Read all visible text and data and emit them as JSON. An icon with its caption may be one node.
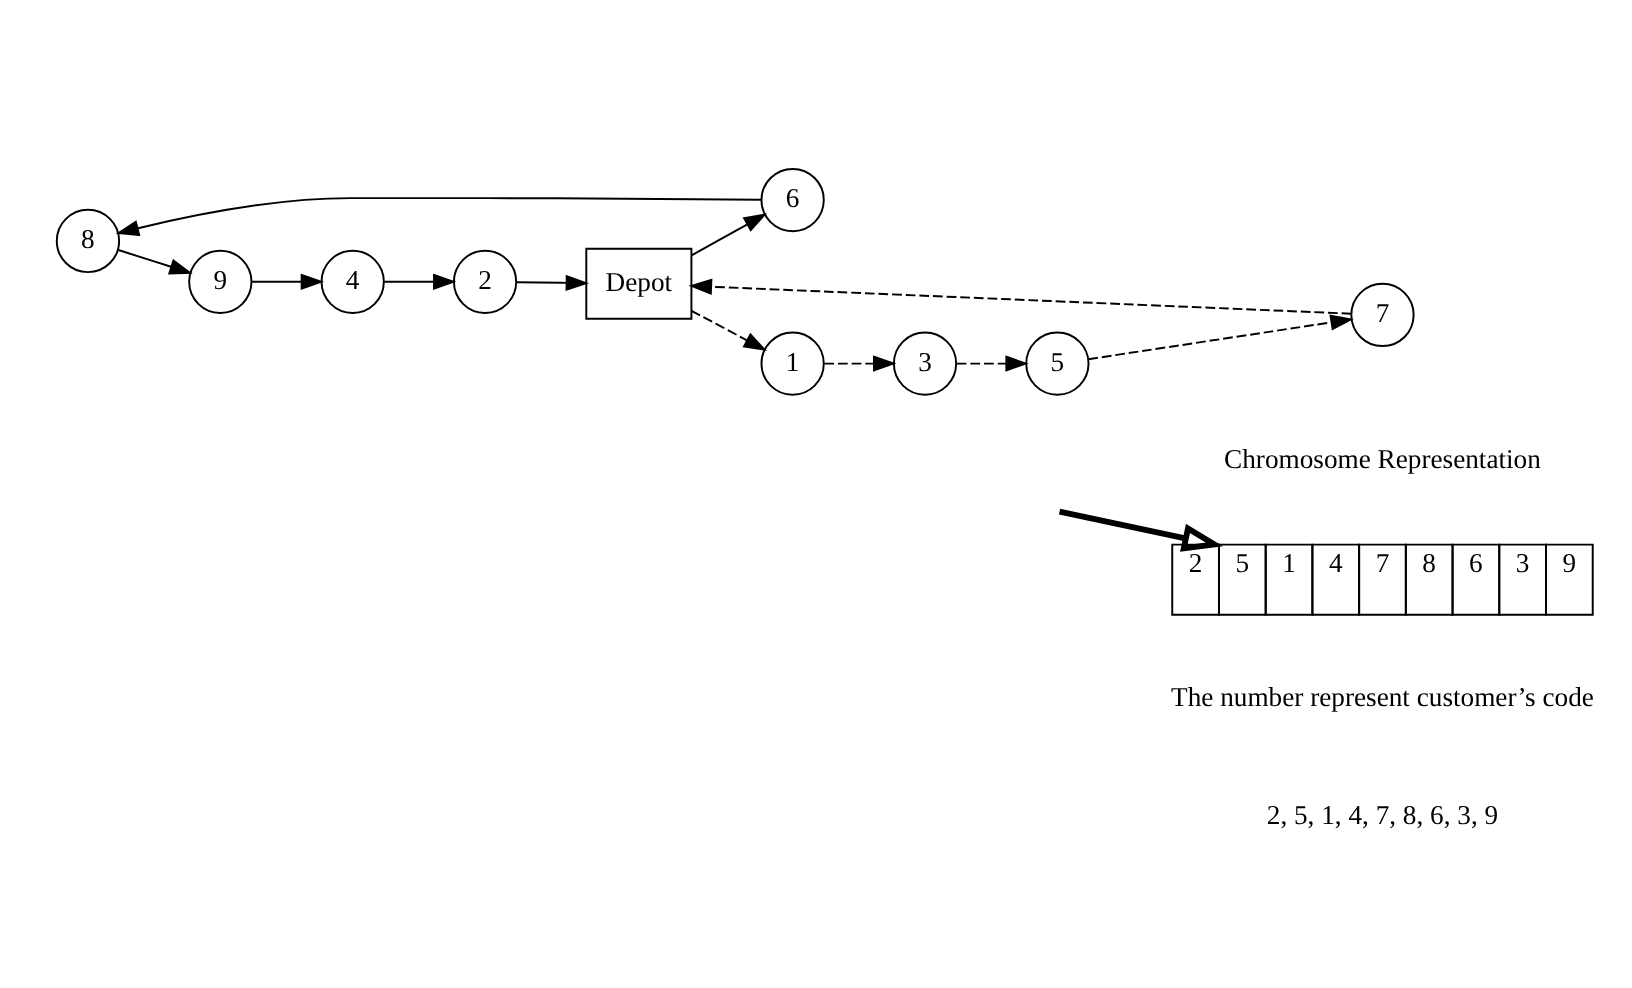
{
  "diagram": {
    "nodes": [
      {
        "text": [
          "8"
        ]
      },
      {
        "text": [
          "9"
        ]
      },
      {
        "text": [
          "6"
        ]
      },
      {
        "text": [
          "4"
        ]
      },
      {
        "text": [
          "2"
        ]
      },
      {
        "text": [
          "Depot"
        ]
      },
      {
        "text": [
          "7"
        ]
      },
      {
        "text": [
          "1"
        ]
      },
      {
        "text": [
          "5"
        ]
      },
      {
        "text": [
          "3"
        ]
      },
      {
        "text": [
          "2",
          "5",
          "1",
          "4",
          "7",
          "8",
          "6",
          "3",
          "9"
        ]
      }
    ],
    "edges": [
      {
        "from": 5,
        "to": 2,
        "arrow": "to"
      },
      {
        "from": 2,
        "to": 0,
        "arrow": "to"
      },
      {
        "from": 0,
        "to": 1,
        "arrow": "to"
      },
      {
        "from": 1,
        "to": 3,
        "arrow": "to"
      },
      {
        "from": 3,
        "to": 4,
        "arrow": "to"
      },
      {
        "from": 4,
        "to": 5,
        "arrow": "to"
      },
      {
        "from": 5,
        "to": 7,
        "arrow": "to",
        "style": "dashed"
      },
      {
        "from": 7,
        "to": 9,
        "arrow": "to",
        "style": "dashed"
      },
      {
        "from": 9,
        "to": 8,
        "arrow": "to",
        "style": "dashed"
      },
      {
        "from": 8,
        "to": 6,
        "arrow": "to",
        "style": "dashed"
      },
      {
        "from": 6,
        "to": 5,
        "arrow": "to",
        "style": "dashed"
      },
      {
        "from": null,
        "to": 10,
        "arrow": "to",
        "style": "thick"
      }
    ],
    "labels": [
      "Chromosome Representation",
      "The number represent customer’s code",
      "2, 5, 1, 4, 7, 8, 6, 3, 9"
    ]
  }
}
